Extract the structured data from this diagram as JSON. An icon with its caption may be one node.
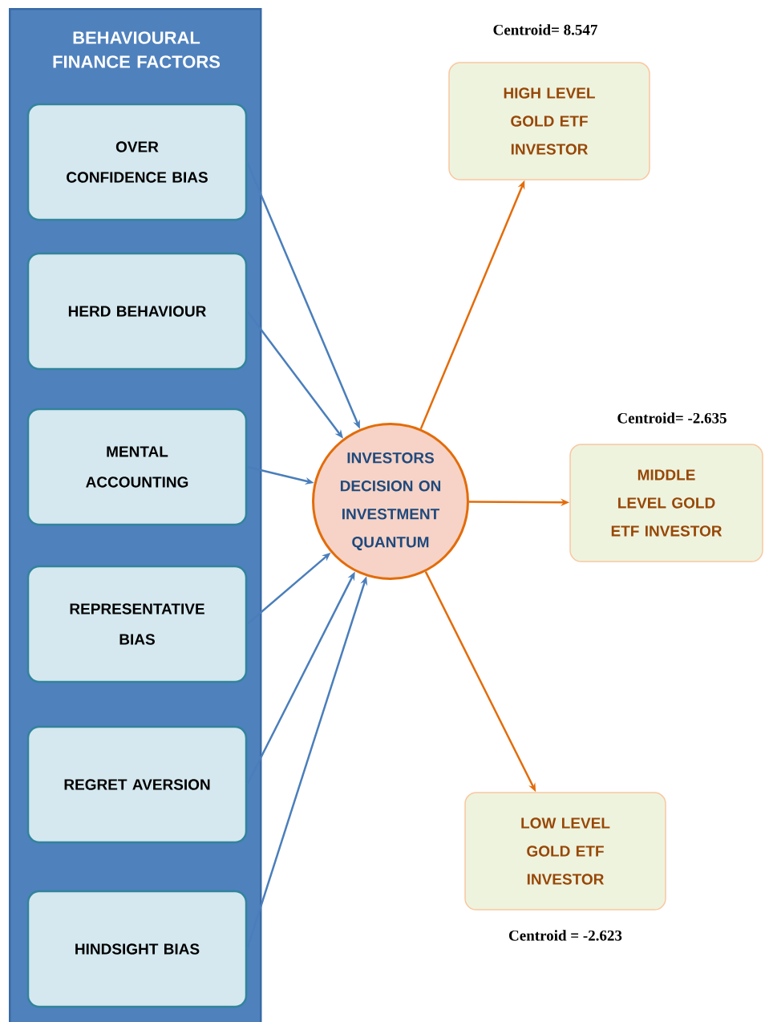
{
  "diagram": {
    "nodes": [
      {
        "text": [
          "BEHAVIOURAL FINANCE FACTORS"
        ]
      },
      {
        "text": [
          "OVER CONFIDENCE BIAS"
        ],
        "in": 0
      },
      {
        "text": [
          "HERD BEHAVIOUR"
        ],
        "in": 0
      },
      {
        "text": [
          "MENTAL ACCOUNTING"
        ],
        "in": 0
      },
      {
        "text": [
          "REPRESENTATIVE BIAS"
        ],
        "in": 0
      },
      {
        "text": [
          "REGRET AVERSION"
        ],
        "in": 0
      },
      {
        "text": [
          "HINDSIGHT BIAS"
        ],
        "in": 0
      },
      {
        "text": [
          "INVESTORS DECISION ON INVESTMENT QUANTUM"
        ]
      },
      {
        "text": [
          "HIGH LEVEL GOLD ETF INVESTOR"
        ],
        "beside": [
          "Centroid= 8.547"
        ]
      },
      {
        "text": [
          "MIDDLE LEVEL GOLD ETF INVESTOR"
        ],
        "beside": [
          "Centroid= -2.635"
        ]
      },
      {
        "text": [
          "LOW LEVEL GOLD ETF INVESTOR"
        ],
        "beside": [
          "Centroid = -2.623"
        ]
      }
    ],
    "edges": [
      {
        "from": 1,
        "to": 7,
        "arrow": "to"
      },
      {
        "from": 2,
        "to": 7,
        "arrow": "to"
      },
      {
        "from": 3,
        "to": 7,
        "arrow": "to"
      },
      {
        "from": 4,
        "to": 7,
        "arrow": "to"
      },
      {
        "from": 5,
        "to": 7,
        "arrow": "to"
      },
      {
        "from": 6,
        "to": 7,
        "arrow": "to"
      },
      {
        "from": 7,
        "to": 8,
        "arrow": "to",
        "color": "#e36c0a"
      },
      {
        "from": 7,
        "to": 9,
        "arrow": "to",
        "color": "#e36c0a"
      },
      {
        "from": 7,
        "to": 10,
        "arrow": "to",
        "color": "#e36c0a"
      }
    ]
  }
}
